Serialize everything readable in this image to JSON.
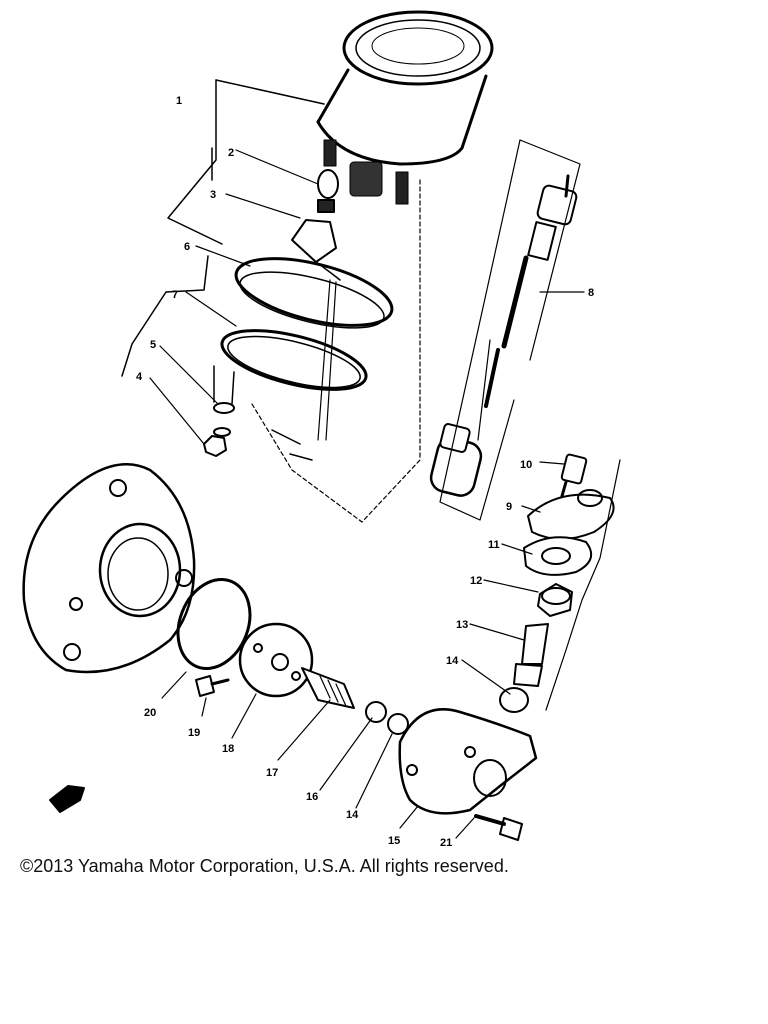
{
  "diagram": {
    "callouts": [
      {
        "id": "1",
        "label": "1"
      },
      {
        "id": "2",
        "label": "2"
      },
      {
        "id": "3",
        "label": "3"
      },
      {
        "id": "6",
        "label": "6"
      },
      {
        "id": "7",
        "label": "7"
      },
      {
        "id": "5",
        "label": "5"
      },
      {
        "id": "4",
        "label": "4"
      },
      {
        "id": "8",
        "label": "8"
      },
      {
        "id": "10",
        "label": "10"
      },
      {
        "id": "9",
        "label": "9"
      },
      {
        "id": "11",
        "label": "11"
      },
      {
        "id": "12",
        "label": "12"
      },
      {
        "id": "13",
        "label": "13"
      },
      {
        "id": "14a",
        "label": "14"
      },
      {
        "id": "20",
        "label": "20"
      },
      {
        "id": "19",
        "label": "19"
      },
      {
        "id": "18",
        "label": "18"
      },
      {
        "id": "17",
        "label": "17"
      },
      {
        "id": "16",
        "label": "16"
      },
      {
        "id": "14b",
        "label": "14"
      },
      {
        "id": "15",
        "label": "15"
      },
      {
        "id": "21",
        "label": "21"
      }
    ]
  },
  "footer": {
    "copyright": "©2013 Yamaha Motor Corporation, U.S.A. All rights reserved."
  }
}
